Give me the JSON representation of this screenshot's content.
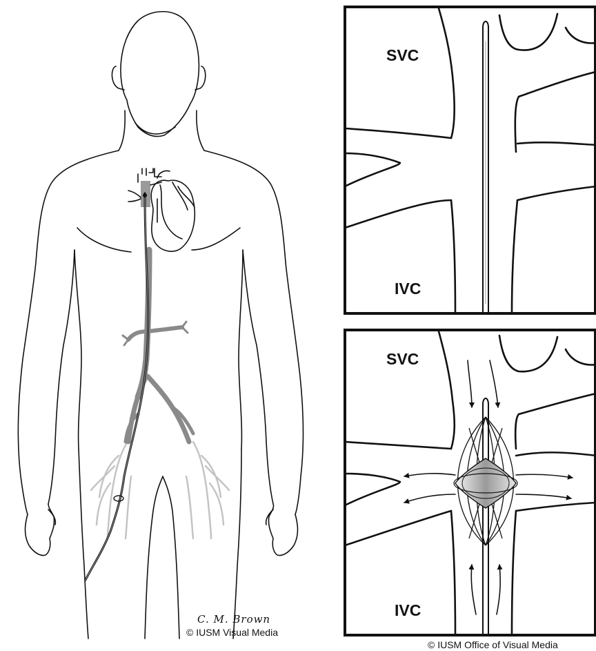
{
  "figure": {
    "signature": "C. M. Brown",
    "left_credit": "© IUSM Visual Media",
    "bottom_credit": "© IUSM Office of Visual Media"
  },
  "panel_top": {
    "svc_label": "SVC",
    "ivc_label": "IVC"
  },
  "panel_bottom": {
    "svc_label": "SVC",
    "ivc_label": "IVC"
  }
}
